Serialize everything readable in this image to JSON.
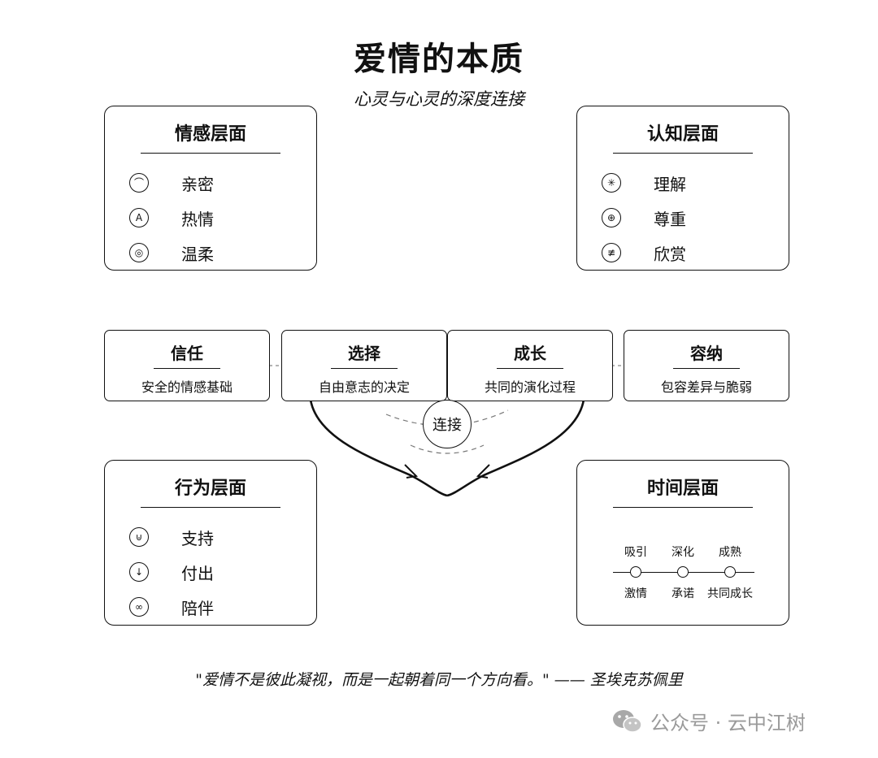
{
  "title": "爱情的本质",
  "subtitle": "心灵与心灵的深度连接",
  "panels": {
    "emotional": {
      "title": "情感层面",
      "items": [
        {
          "icon": "arc-icon",
          "glyph": "⌒",
          "label": "亲密"
        },
        {
          "icon": "a-letter-icon",
          "glyph": "A",
          "label": "热情"
        },
        {
          "icon": "eye-icon",
          "glyph": "◎",
          "label": "温柔"
        }
      ]
    },
    "cognitive": {
      "title": "认知层面",
      "items": [
        {
          "icon": "asterisk-icon",
          "glyph": "✳",
          "label": "理解"
        },
        {
          "icon": "circle-plus-icon",
          "glyph": "⊕",
          "label": "尊重"
        },
        {
          "icon": "triple-bar-icon",
          "glyph": "≢",
          "label": "欣赏"
        }
      ]
    },
    "behavioral": {
      "title": "行为层面",
      "items": [
        {
          "icon": "support-icon",
          "glyph": "⊍",
          "label": "支持"
        },
        {
          "icon": "down-arrow-icon",
          "glyph": "↓",
          "label": "付出"
        },
        {
          "icon": "infinity-icon",
          "glyph": "∞",
          "label": "陪伴"
        }
      ]
    },
    "time": {
      "title": "时间层面",
      "timeline_top": [
        "吸引",
        "深化",
        "成熟"
      ],
      "timeline_bottom": [
        "激情",
        "承诺",
        "共同成长"
      ]
    }
  },
  "boxes": [
    {
      "title": "信任",
      "desc": "安全的情感基础"
    },
    {
      "title": "选择",
      "desc": "自由意志的决定"
    },
    {
      "title": "成长",
      "desc": "共同的演化过程"
    },
    {
      "title": "容纳",
      "desc": "包容差异与脆弱"
    }
  ],
  "center_label": "连接",
  "quote": "\"爱情不是彼此凝视，而是一起朝着同一个方向看。\" —— 圣埃克苏佩里",
  "watermark": {
    "icon": "wechat-icon",
    "text": "公众号 · 云中江树"
  }
}
